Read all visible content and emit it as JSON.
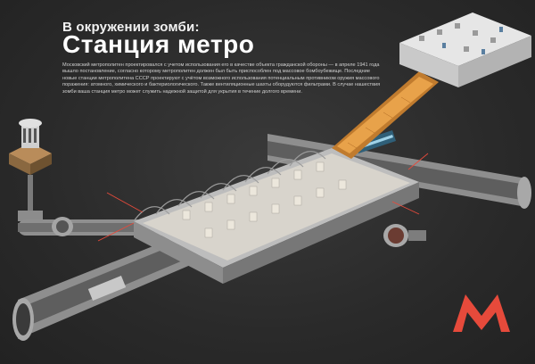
{
  "header": {
    "subtitle": "В окружении зомби:",
    "title": "Станция метро"
  },
  "intro": "Московский метрополитен проектировался с учетом использования его в качестве объекта гражданской обороны — в апреле 1941 года вышло постановление, согласно которому метрополитен должен был быть приспособлен под массовое бомбоубежище. Последние новые станции метрополитена СССР проектируют с учётом возможного использования потенциальным противником оружия массового поражения: атомного, химического и бактериологического. Также вентиляционные шахты оборудуются фильтрами. В случае нашествия зомби ваша станция метро может служить надежной защитой для укрытия в течение долгого времени.",
  "logo_letter": "М",
  "colors": {
    "background": "#2b2b2b",
    "accent": "#e64a3b",
    "tunnel": "#9a9a9a",
    "escalator": "#e8a24a"
  }
}
